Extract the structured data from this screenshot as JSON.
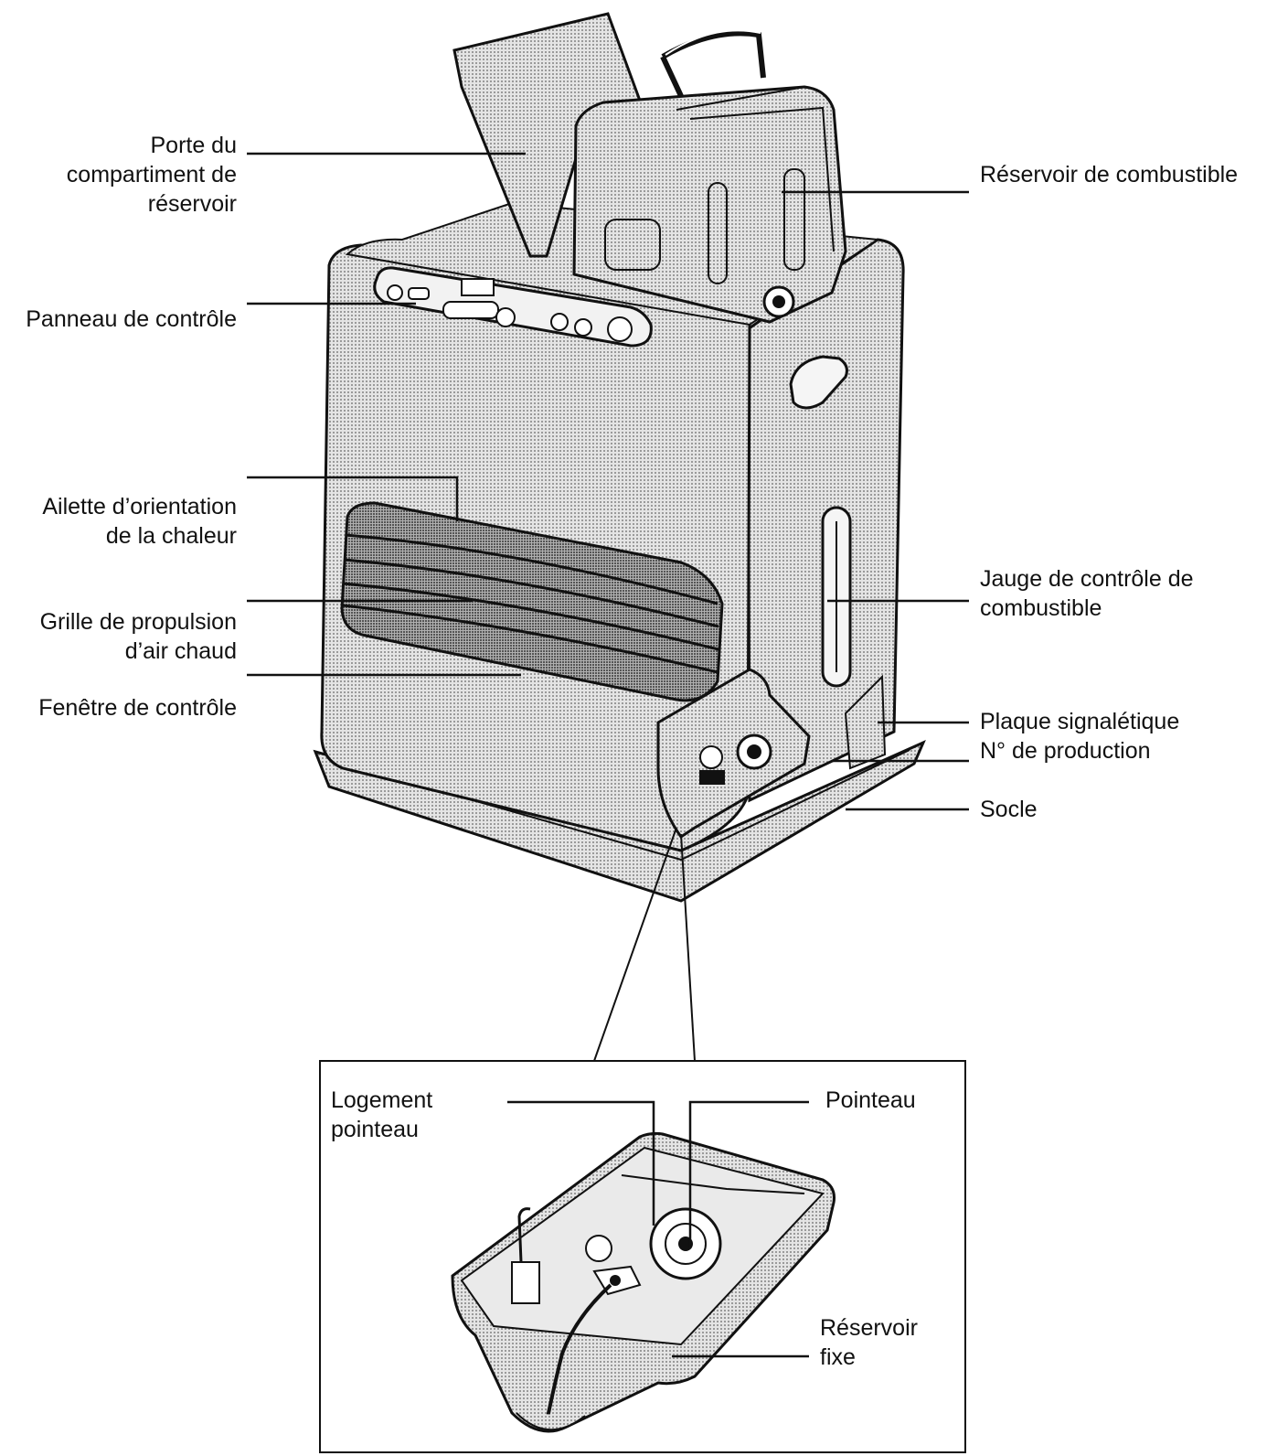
{
  "labels": {
    "porte": [
      "Porte du",
      "compartiment de",
      "réservoir"
    ],
    "panneau": "Panneau de contrôle",
    "ailette": [
      "Ailette d’orientation",
      "de la chaleur"
    ],
    "grille": [
      "Grille de propulsion",
      "d’air chaud"
    ],
    "fenetre": "Fenêtre de contrôle",
    "reservoir_combustible": "Réservoir de combustible",
    "jauge": [
      "Jauge de contrôle de",
      "combustible"
    ],
    "plaque": "Plaque signalétique",
    "production": "N° de production",
    "socle": "Socle",
    "logement": [
      "Logement",
      "pointeau"
    ],
    "pointeau": "Pointeau",
    "reservoir_fixe": [
      "Réservoir",
      "fixe"
    ]
  },
  "colors": {
    "ink": "#111111",
    "shade": "#b9b9b9",
    "shade_dark": "#8f8f8f",
    "background": "#ffffff"
  }
}
